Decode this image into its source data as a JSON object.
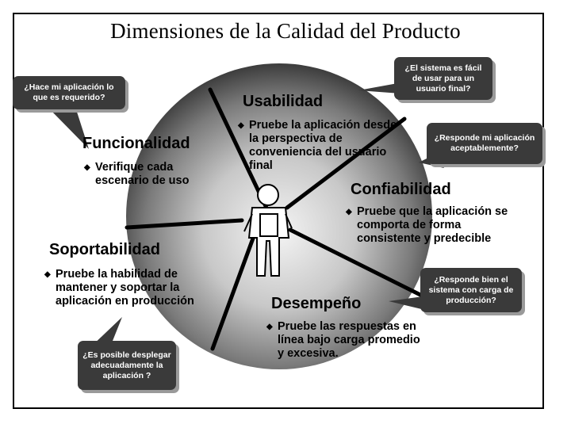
{
  "title": "Dimensiones de la Calidad del Producto",
  "dimensions": {
    "usabilidad": {
      "name": "Usabilidad",
      "desc": "Pruebe la aplicación desde la perspectiva de conveniencia del usuario final"
    },
    "funcionalidad": {
      "name": "Funcionalidad",
      "desc": "Verifique cada escenario de uso"
    },
    "confiabilidad": {
      "name": "Confiabilidad",
      "desc": "Pruebe que la aplicación se comporta de forma consistente y predecible"
    },
    "soportabilidad": {
      "name": "Soportabilidad",
      "desc": "Pruebe la habilidad de mantener y soportar la aplicación en producción"
    },
    "desempeno": {
      "name": "Desempeño",
      "desc": "Pruebe las respuestas en línea bajo carga promedio y excesiva."
    }
  },
  "bubbles": {
    "funcionalidad": "¿Hace mi aplicación lo que es requerido?",
    "usabilidad": "¿El sistema es fácil de usar para un usuario final?",
    "confiabilidad": "¿Responde mi aplicación aceptablemente?",
    "desempeno": "¿Responde bien el sistema con carga de producción?",
    "soportabilidad": "¿Es posible desplegar adecuadamente la aplicación ?"
  },
  "bullet_glyph": "◆",
  "colors": {
    "sphere_light": "#f2f2f2",
    "sphere_dark": "#3c3c3c",
    "bubble_fill": "#3a3a3a",
    "bubble_shadow": "#9a9a9a"
  }
}
